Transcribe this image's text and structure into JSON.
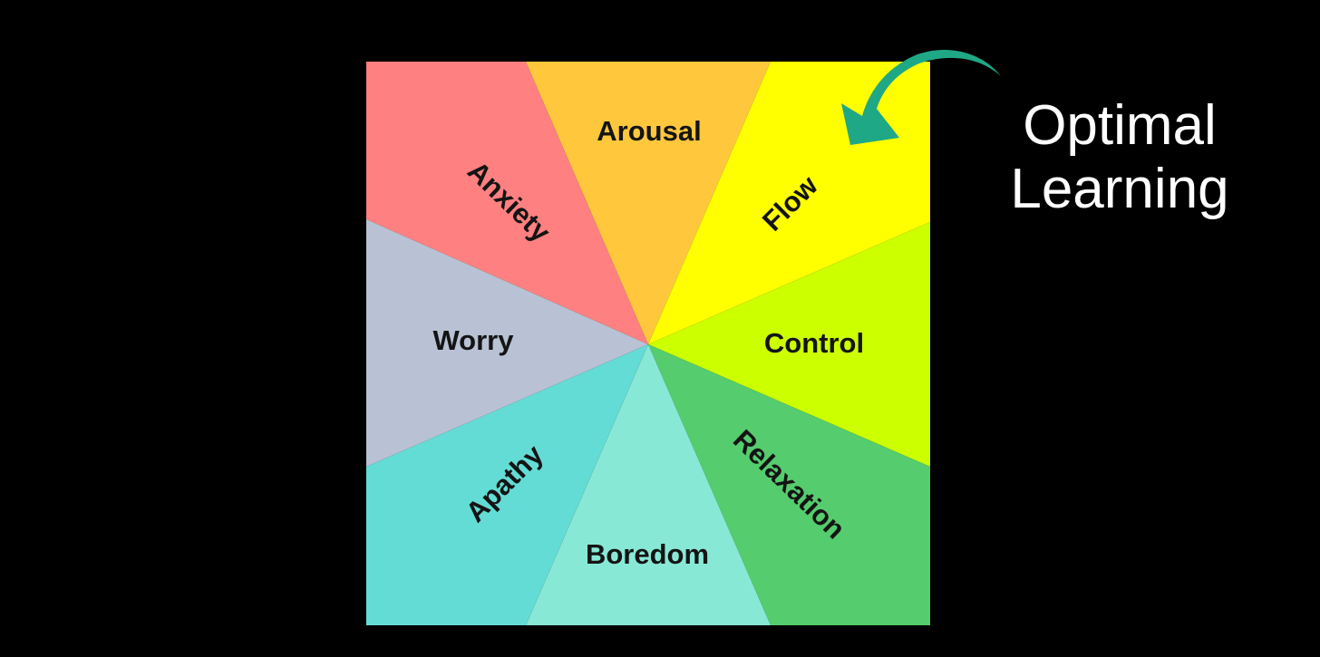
{
  "wheel": {
    "sectors": [
      {
        "label": "Anxiety",
        "color": "#ff8080"
      },
      {
        "label": "Arousal",
        "color": "#ffc83c"
      },
      {
        "label": "Flow",
        "color": "#ffff00"
      },
      {
        "label": "Control",
        "color": "#ccff00"
      },
      {
        "label": "Relaxation",
        "color": "#55cc6e"
      },
      {
        "label": "Boredom",
        "color": "#88e8d6"
      },
      {
        "label": "Apathy",
        "color": "#63dcd5"
      },
      {
        "label": "Worry",
        "color": "#b8c2d4"
      }
    ]
  },
  "callout": {
    "line1": "Optimal",
    "line2": "Learning",
    "arrow_color": "#1fa886",
    "target": "Flow"
  }
}
